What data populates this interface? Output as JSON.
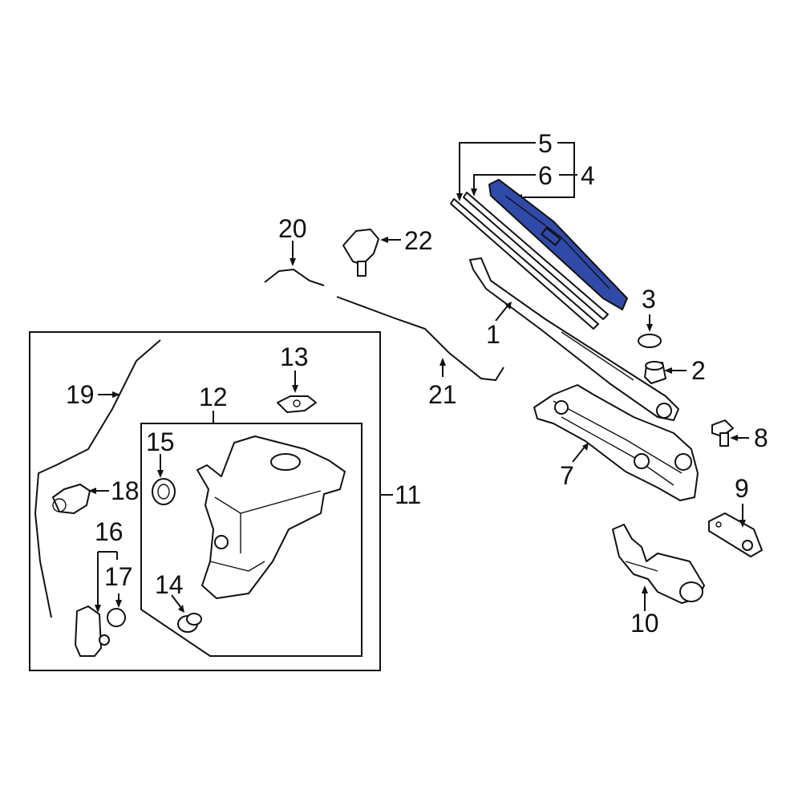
{
  "diagram": {
    "callouts": [
      {
        "id": "1",
        "text": "1"
      },
      {
        "id": "2",
        "text": "2"
      },
      {
        "id": "3",
        "text": "3"
      },
      {
        "id": "4",
        "text": "4"
      },
      {
        "id": "5",
        "text": "5"
      },
      {
        "id": "6",
        "text": "6"
      },
      {
        "id": "7",
        "text": "7"
      },
      {
        "id": "8",
        "text": "8"
      },
      {
        "id": "9",
        "text": "9"
      },
      {
        "id": "10",
        "text": "10"
      },
      {
        "id": "11",
        "text": "11"
      },
      {
        "id": "12",
        "text": "12"
      },
      {
        "id": "13",
        "text": "13"
      },
      {
        "id": "14",
        "text": "14"
      },
      {
        "id": "15",
        "text": "15"
      },
      {
        "id": "16",
        "text": "16"
      },
      {
        "id": "17",
        "text": "17"
      },
      {
        "id": "18",
        "text": "18"
      },
      {
        "id": "19",
        "text": "19"
      },
      {
        "id": "20",
        "text": "20"
      },
      {
        "id": "21",
        "text": "21"
      },
      {
        "id": "22",
        "text": "22"
      }
    ],
    "highlight_color": "#2f4aa8",
    "line_color": "#111111",
    "background": "#ffffff",
    "highlighted_part": "wiper-blade-assembly"
  }
}
